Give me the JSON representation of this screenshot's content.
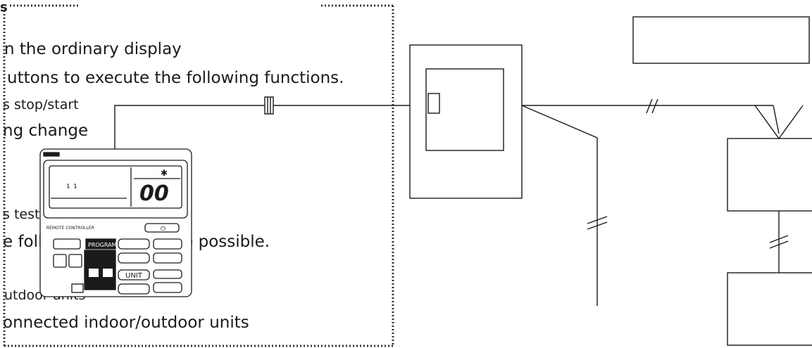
{
  "manual": {
    "header_fragment": "s",
    "lines": [
      "n the ordinary display",
      "uttons to execute the following functions.",
      "s stop/start",
      "ng change",
      "s test run",
      "e following displays are possible.",
      "utdoor units",
      "onnected indoor/outdoor units"
    ]
  },
  "remote": {
    "brand_text": "REMOTE CONTROLLER",
    "display_left": "¹ ¹",
    "display_digits": "00",
    "buttons": {
      "program": "PROGRAM",
      "unit": "UNIT"
    }
  },
  "colors": {
    "line": "#1a1a1a",
    "dots": "#333333",
    "background": "#ffffff"
  }
}
